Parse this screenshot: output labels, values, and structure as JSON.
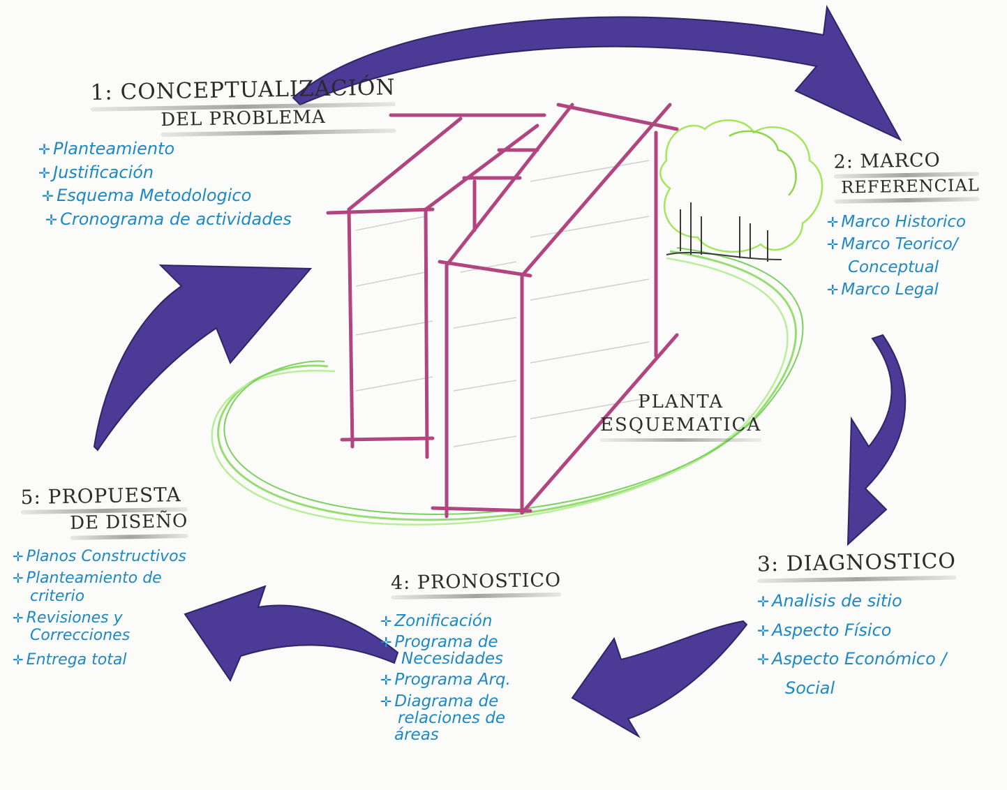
{
  "colors": {
    "arrow": "#4b3a96",
    "building": "#b1457f",
    "ground": "#7dd64f",
    "tree": "#a4e65a",
    "text_blue": "#1d88c6",
    "text_dark": "#2b2b2b"
  },
  "center": {
    "line1": "PLANTA",
    "line2": "ESQUEMATICA"
  },
  "stages": [
    {
      "title1": "1: CONCEPTUALIZACIÓN",
      "title2": "DEL PROBLEMA",
      "items": [
        "Planteamiento",
        "Justificación",
        "Esquema Metodologico",
        "Cronograma de actividades"
      ]
    },
    {
      "title1": "2: MARCO",
      "title2": "REFERENCIAL",
      "items": [
        "Marco Historico",
        "Marco Teorico/",
        "Conceptual",
        "Marco Legal"
      ]
    },
    {
      "title1": "3: DIAGNOSTICO",
      "items": [
        "Analisis de sitio",
        "Aspecto Físico",
        "Aspecto Económico /",
        "Social"
      ]
    },
    {
      "title1": "4: PRONOSTICO",
      "items": [
        "Zonificación",
        "Programa de",
        "Necesidades",
        "Programa Arq.",
        "Diagrama de",
        "relaciones de",
        "áreas"
      ]
    },
    {
      "title1": "5: PROPUESTA",
      "title2": "DE DISEÑO",
      "items": [
        "Planos Constructivos",
        "Planteamiento de",
        "criterio",
        "Revisiones y",
        "Correcciones",
        "Entrega total"
      ]
    }
  ]
}
